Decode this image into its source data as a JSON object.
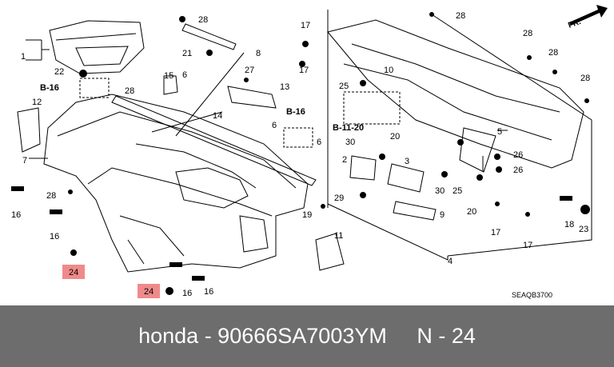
{
  "diagram": {
    "direction_label": "FR.",
    "code": "SEAQB3700",
    "callouts": [
      {
        "id": "c1",
        "text": "1"
      },
      {
        "id": "c2",
        "text": "2"
      },
      {
        "id": "c3",
        "text": "3"
      },
      {
        "id": "c4",
        "text": "4"
      },
      {
        "id": "c5",
        "text": "5"
      },
      {
        "id": "c6a",
        "text": "6"
      },
      {
        "id": "c6b",
        "text": "6"
      },
      {
        "id": "c6c",
        "text": "6"
      },
      {
        "id": "c7",
        "text": "7"
      },
      {
        "id": "c8",
        "text": "8"
      },
      {
        "id": "c9",
        "text": "9"
      },
      {
        "id": "c10",
        "text": "10"
      },
      {
        "id": "c11",
        "text": "11"
      },
      {
        "id": "c12",
        "text": "12"
      },
      {
        "id": "c13",
        "text": "13"
      },
      {
        "id": "c14",
        "text": "14"
      },
      {
        "id": "c15",
        "text": "15"
      },
      {
        "id": "c16a",
        "text": "16"
      },
      {
        "id": "c16b",
        "text": "16"
      },
      {
        "id": "c16c",
        "text": "16"
      },
      {
        "id": "c16d",
        "text": "16"
      },
      {
        "id": "c17a",
        "text": "17"
      },
      {
        "id": "c17b",
        "text": "17"
      },
      {
        "id": "c17c",
        "text": "17"
      },
      {
        "id": "c17d",
        "text": "17"
      },
      {
        "id": "c18",
        "text": "18"
      },
      {
        "id": "c19",
        "text": "19"
      },
      {
        "id": "c20a",
        "text": "20"
      },
      {
        "id": "c20b",
        "text": "20"
      },
      {
        "id": "c21",
        "text": "21"
      },
      {
        "id": "c22",
        "text": "22"
      },
      {
        "id": "c23",
        "text": "23"
      },
      {
        "id": "c25a",
        "text": "25"
      },
      {
        "id": "c25b",
        "text": "25"
      },
      {
        "id": "c26a",
        "text": "26"
      },
      {
        "id": "c26b",
        "text": "26"
      },
      {
        "id": "c27",
        "text": "27"
      },
      {
        "id": "c28a",
        "text": "28"
      },
      {
        "id": "c28b",
        "text": "28"
      },
      {
        "id": "c28c",
        "text": "28"
      },
      {
        "id": "c28d",
        "text": "28"
      },
      {
        "id": "c28e",
        "text": "28"
      },
      {
        "id": "c28f",
        "text": "28"
      },
      {
        "id": "c28g",
        "text": "28"
      },
      {
        "id": "c29",
        "text": "29"
      },
      {
        "id": "c30a",
        "text": "30"
      },
      {
        "id": "c30b",
        "text": "30"
      }
    ],
    "highlighted_callouts": [
      {
        "id": "h24a",
        "text": "24"
      },
      {
        "id": "h24b",
        "text": "24"
      }
    ],
    "ref_labels": [
      {
        "id": "r1",
        "text": "B-16"
      },
      {
        "id": "r2",
        "text": "B-16"
      },
      {
        "id": "r3",
        "text": "B-11-20"
      }
    ],
    "highlight_color": "#f08a8a"
  },
  "footer": {
    "text": "honda - 90666SA7003YM     N - 24",
    "background": "#6d6d6d",
    "text_color": "#ffffff"
  }
}
